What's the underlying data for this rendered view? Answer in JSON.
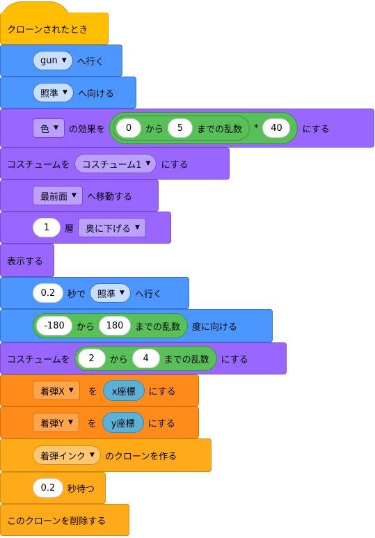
{
  "blocks": {
    "hat": {
      "label": "クローンされたとき"
    },
    "goto": {
      "target": "gun",
      "suffix": "へ行く"
    },
    "point": {
      "target": "照準",
      "suffix": "へ向ける"
    },
    "effect": {
      "effect": "色",
      "mid": "の効果を",
      "from": "0",
      "kara": "から",
      "to": "5",
      "rand": "までの乱数",
      "times": "*",
      "mult": "40",
      "suffix": "にする"
    },
    "costume1": {
      "prefix": "コスチュームを",
      "costume": "コスチューム1",
      "suffix": "にする"
    },
    "front": {
      "layer": "最前面",
      "suffix": "へ移動する"
    },
    "layer": {
      "count": "1",
      "unit": "層",
      "dir": "奥に下げる"
    },
    "show": {
      "label": "表示する"
    },
    "glide": {
      "secs": "0.2",
      "mid": "秒で",
      "target": "照準",
      "suffix": "へ行く"
    },
    "pointdir": {
      "from": "-180",
      "kara": "から",
      "to": "180",
      "rand": "までの乱数",
      "suffix": "度に向ける"
    },
    "costume2": {
      "prefix": "コスチュームを",
      "from": "2",
      "kara": "から",
      "to": "4",
      "rand": "までの乱数",
      "suffix": "にする"
    },
    "setx": {
      "var": "着弾X",
      "wo": "を",
      "rep": "x座標",
      "suffix": "にする"
    },
    "sety": {
      "var": "着弾Y",
      "wo": "を",
      "rep": "y座標",
      "suffix": "にする"
    },
    "clone": {
      "target": "着弾インク",
      "suffix": "のクローンを作る"
    },
    "wait": {
      "secs": "0.2",
      "suffix": "秒待つ"
    },
    "delete": {
      "label": "このクローンを削除する"
    }
  },
  "colors": {
    "events": "#FFBF00",
    "motion": "#4C97FF",
    "looks": "#9966FF",
    "variables": "#FF8C1A",
    "control": "#FFAB19",
    "operators": "#59C059",
    "sensing": "#5CB1D6"
  }
}
